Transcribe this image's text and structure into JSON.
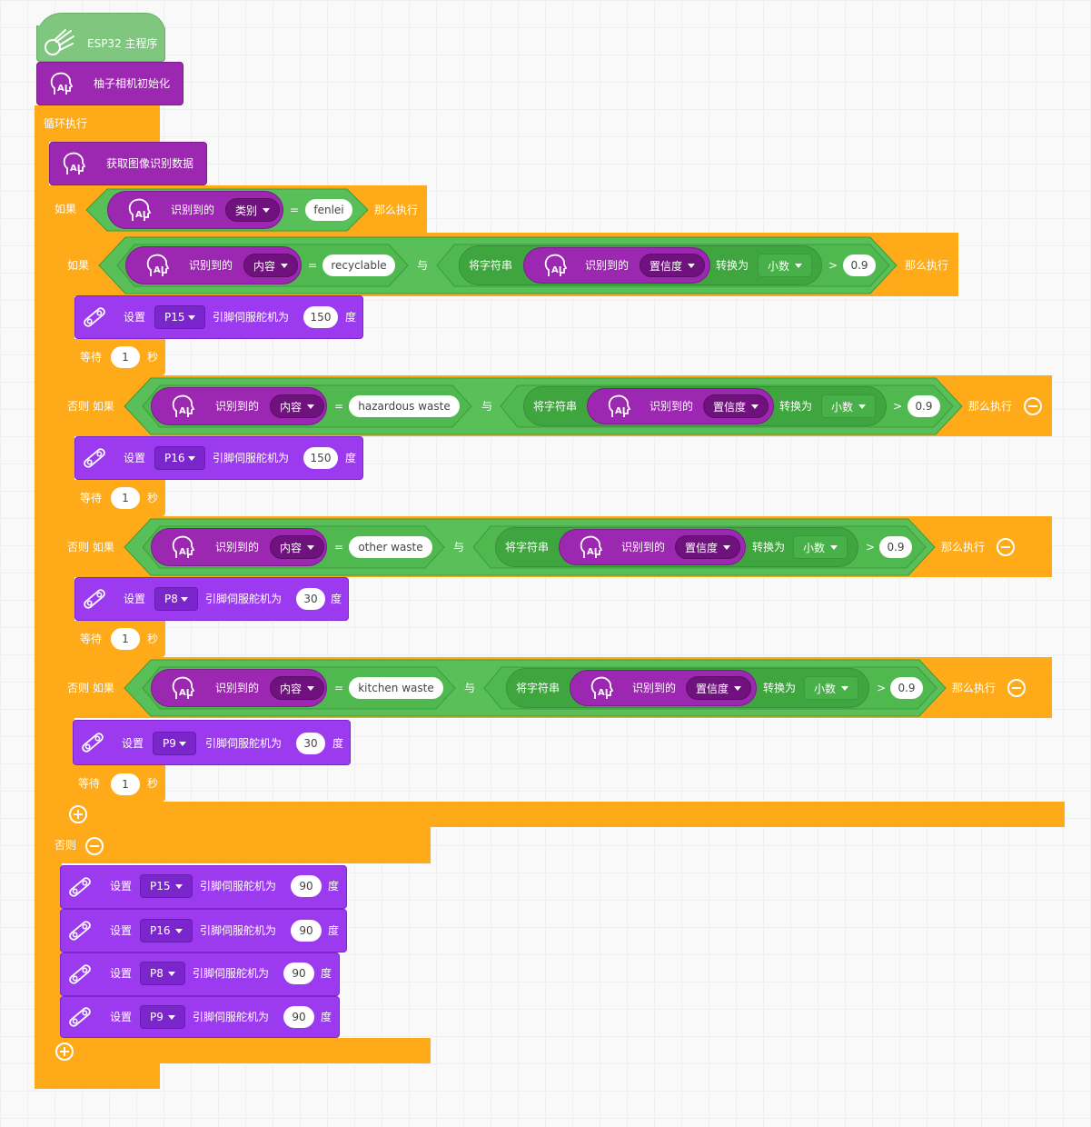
{
  "start": {
    "label": "ESP32 主程序"
  },
  "init": {
    "label": "柚子相机初始化"
  },
  "loop": {
    "label": "循环执行"
  },
  "get_data": {
    "label": "获取图像识别数据"
  },
  "kw": {
    "if": "如果",
    "then": "那么执行",
    "else_if": "否则 如果",
    "else": "否则",
    "recognized": "识别到的",
    "and": "与",
    "to_str": "将字符串",
    "convert": "转换为",
    "set": "设置",
    "servo": "引脚伺服舵机为",
    "deg": "度",
    "wait": "等待",
    "sec": "秒",
    "eq": "=",
    "gt": ">"
  },
  "outer_if": {
    "field": "类别",
    "value": "fenlei"
  },
  "branches": [
    {
      "content": "recyclable",
      "conf_field": "置信度",
      "type": "小数",
      "threshold": "0.9",
      "pin": "P15",
      "angle": "150",
      "wait": "1"
    },
    {
      "content": "hazardous waste",
      "conf_field": "置信度",
      "type": "小数",
      "threshold": "0.9",
      "pin": "P16",
      "angle": "150",
      "wait": "1"
    },
    {
      "content": "other waste",
      "conf_field": "置信度",
      "type": "小数",
      "threshold": "0.9",
      "pin": "P8",
      "angle": "30",
      "wait": "1"
    },
    {
      "content": "kitchen waste",
      "conf_field": "置信度",
      "type": "小数",
      "threshold": "0.9",
      "pin": "P9",
      "angle": "30",
      "wait": "1"
    }
  ],
  "content_field": "内容",
  "else_servos": [
    {
      "pin": "P15",
      "angle": "90"
    },
    {
      "pin": "P16",
      "angle": "90"
    },
    {
      "pin": "P8",
      "angle": "90"
    },
    {
      "pin": "P9",
      "angle": "90"
    }
  ],
  "icons": {
    "start": "meteor-icon",
    "ai": "ai-head-icon",
    "servo": "servo-icon",
    "add": "plus-circle-icon",
    "remove": "minus-circle-icon"
  },
  "colors": {
    "control": "#FFAB19",
    "logic": "#59C059",
    "ai": "#9C27B0",
    "servo": "#9C3AF0",
    "start": "#7FC67F"
  }
}
